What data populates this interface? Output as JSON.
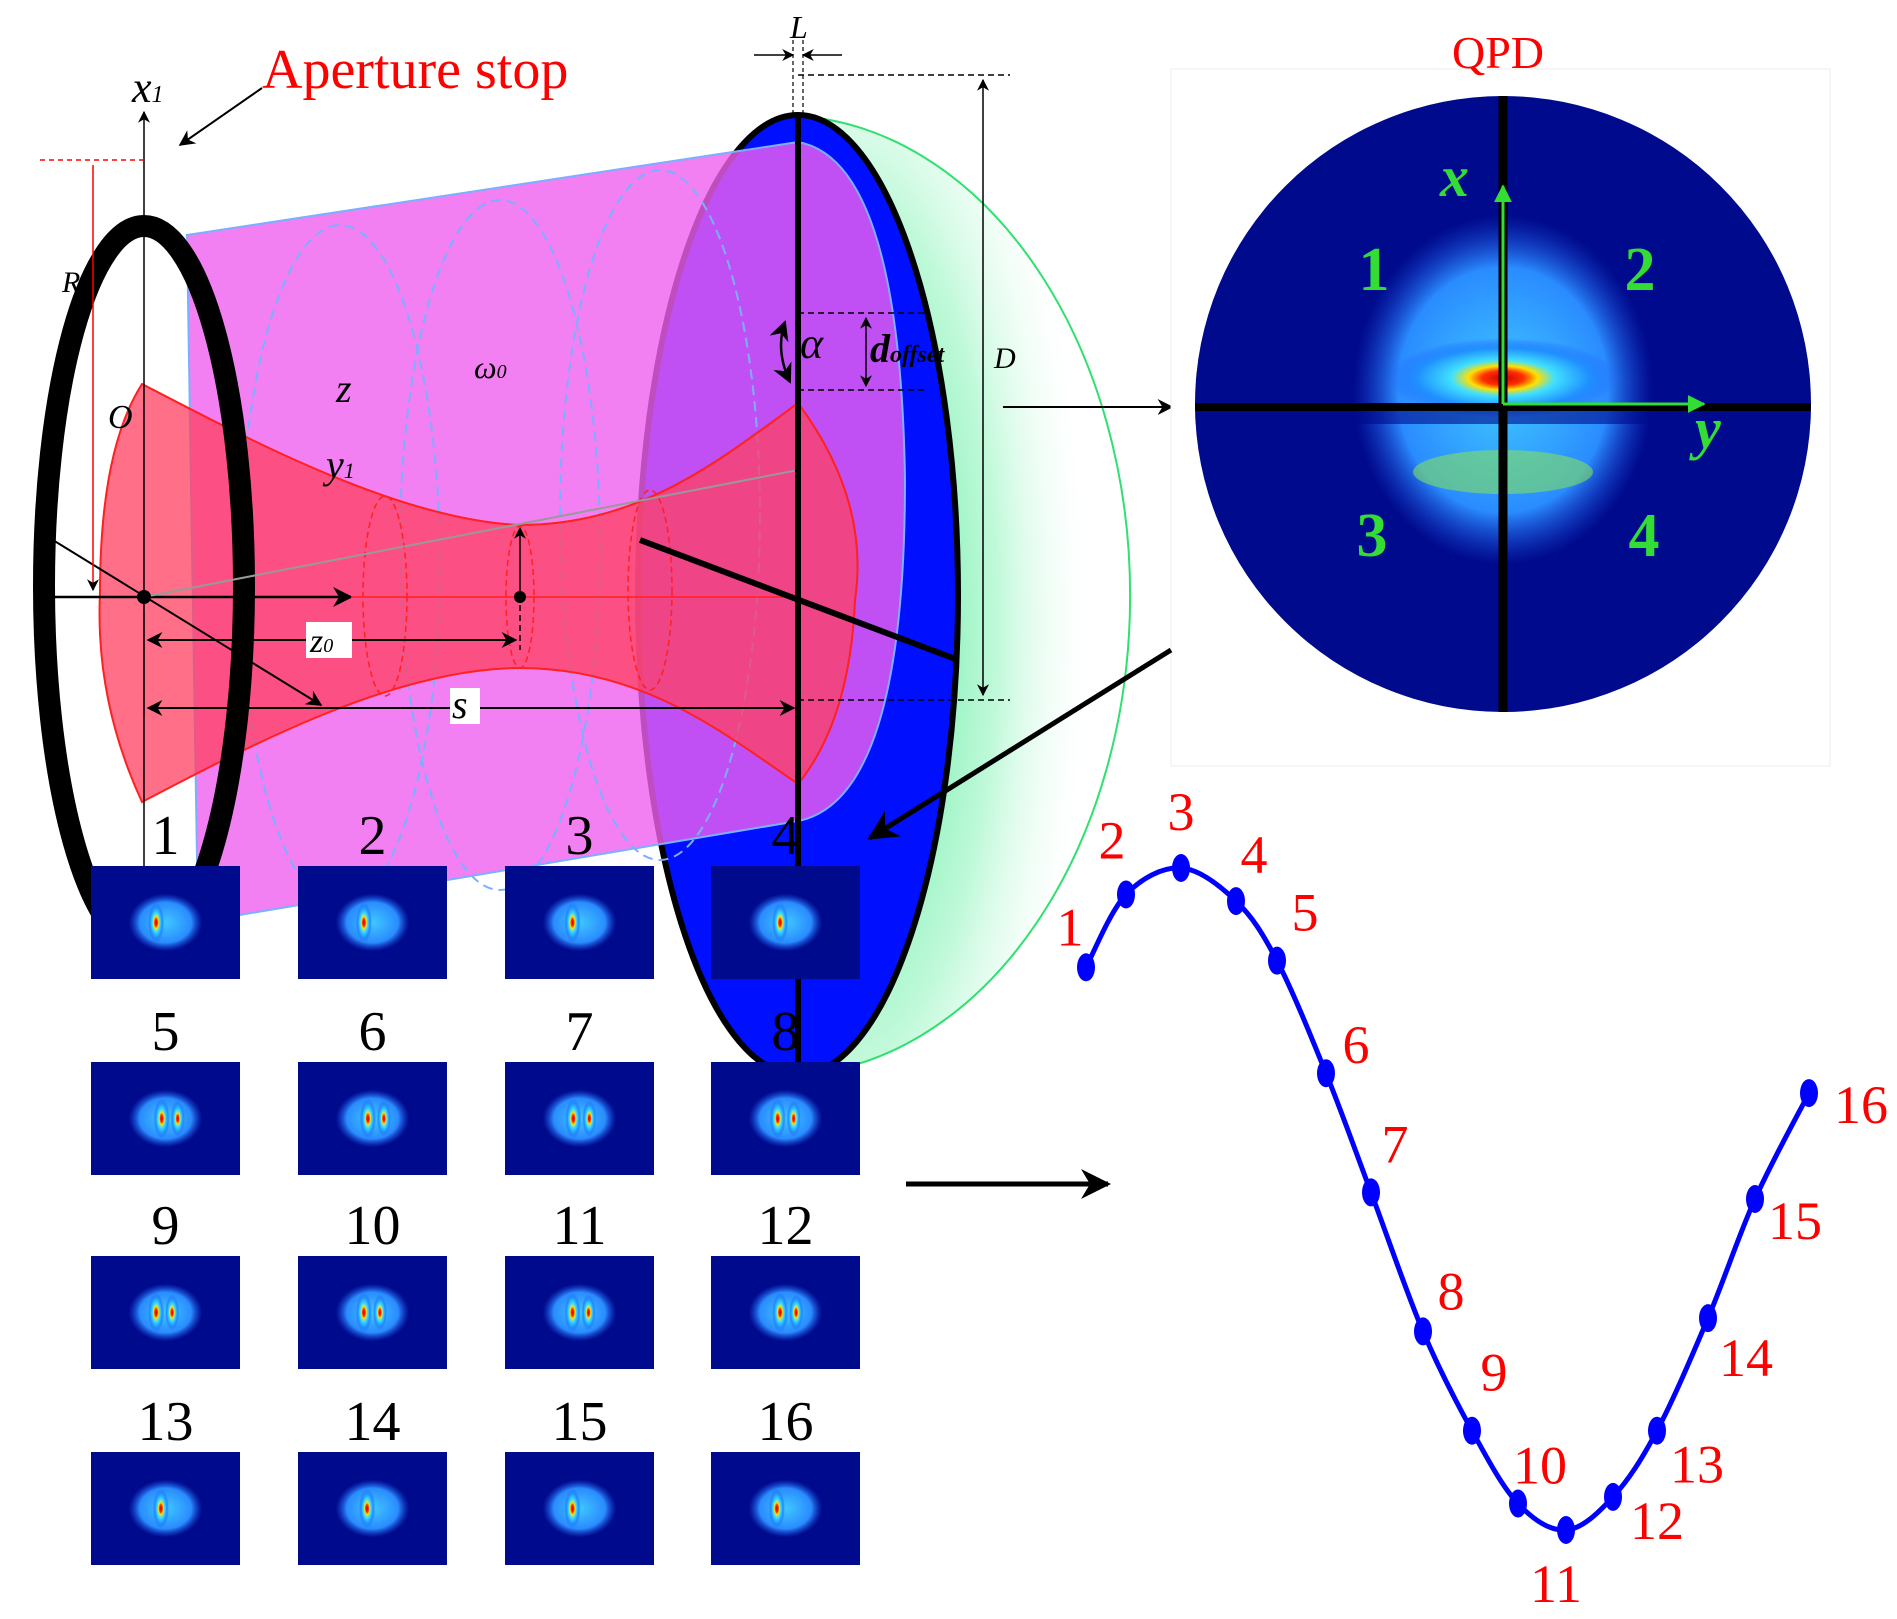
{
  "diagram": {
    "aperture_label": "Aperture stop",
    "x1_main": "x",
    "x1_sub": "1",
    "y1_main": "y",
    "y1_sub": "1",
    "z_label": "z",
    "origin_label": "O",
    "r_label": "R",
    "waist_main": "ω",
    "waist_sub": "0",
    "alpha_label": "α",
    "doffset_main": "d",
    "doffset_sub": "offset",
    "d_label": "D",
    "l_label": "L",
    "z0_main": "z",
    "z0_sub": "0",
    "s_label": "s",
    "colors": {
      "beam": "#ff4060",
      "cylinder": "#f060f0",
      "detector": "#0010ff",
      "dome": "#20e080",
      "text_red": "#ff0000"
    }
  },
  "qpd": {
    "title": "QPD",
    "x_axis": "x",
    "y_axis": "y",
    "quadrants": [
      "1",
      "2",
      "3",
      "4"
    ],
    "colors": {
      "background": "#000a8c",
      "labels": "#33dd33"
    }
  },
  "thumbnails": {
    "labels": [
      "1",
      "2",
      "3",
      "4",
      "5",
      "6",
      "7",
      "8",
      "9",
      "10",
      "11",
      "12",
      "13",
      "14",
      "15",
      "16"
    ]
  },
  "chart_data": {
    "type": "line",
    "title": "",
    "xlabel": "",
    "ylabel": "",
    "categories": [
      "1",
      "2",
      "3",
      "4",
      "5",
      "6",
      "7",
      "8",
      "9",
      "10",
      "11",
      "12",
      "13",
      "14",
      "15",
      "16"
    ],
    "values": [
      0.85,
      0.96,
      1.0,
      0.95,
      0.86,
      0.69,
      0.51,
      0.3,
      0.15,
      0.04,
      0.0,
      0.05,
      0.15,
      0.32,
      0.5,
      0.66
    ],
    "ylim": [
      0,
      1
    ],
    "grid": false,
    "series_color": "#0000ff",
    "label_color": "#ff0000"
  }
}
